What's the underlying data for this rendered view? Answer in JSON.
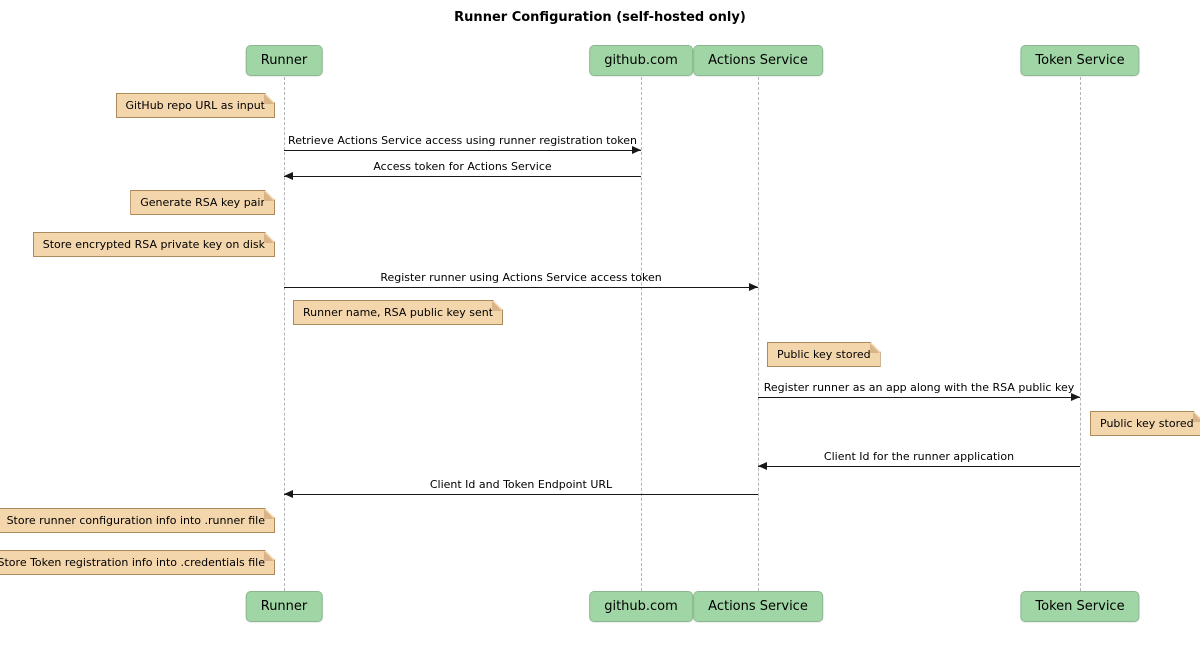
{
  "title": "Runner Configuration (self-hosted only)",
  "actors": [
    {
      "label": "Runner"
    },
    {
      "label": "github.com"
    },
    {
      "label": "Actions Service"
    },
    {
      "label": "Token Service"
    }
  ],
  "notes": [
    {
      "text": "GitHub repo URL as input",
      "anchor": "Runner"
    },
    {
      "text": "Generate RSA key pair",
      "anchor": "Runner"
    },
    {
      "text": "Store encrypted RSA private key on disk",
      "anchor": "Runner"
    },
    {
      "text": "Runner name, RSA public key sent",
      "anchor": "Runner"
    },
    {
      "text": "Public key stored",
      "anchor": "Actions Service"
    },
    {
      "text": "Public key stored",
      "anchor": "Token Service"
    },
    {
      "text": "Store runner configuration info into .runner file",
      "anchor": "Runner"
    },
    {
      "text": "Store Token registration info into .credentials file",
      "anchor": "Runner"
    }
  ],
  "messages": [
    {
      "text": "Retrieve Actions Service access using runner registration token",
      "from": "Runner",
      "to": "github.com"
    },
    {
      "text": "Access token for Actions Service",
      "from": "github.com",
      "to": "Runner"
    },
    {
      "text": "Register runner using Actions Service access token",
      "from": "Runner",
      "to": "Actions Service"
    },
    {
      "text": "Register runner as an app along with the RSA public key",
      "from": "Actions Service",
      "to": "Token Service"
    },
    {
      "text": "Client Id for the runner application",
      "from": "Token Service",
      "to": "Actions Service"
    },
    {
      "text": "Client Id and Token Endpoint URL",
      "from": "Actions Service",
      "to": "Runner"
    }
  ],
  "colors": {
    "actor_fill": "#a0d6a5",
    "actor_border": "#8bb78f",
    "note_fill": "#f4d6ad",
    "note_border": "#ad8a5b",
    "arrow": "#181818",
    "lifeline": "#b3b3b3"
  }
}
